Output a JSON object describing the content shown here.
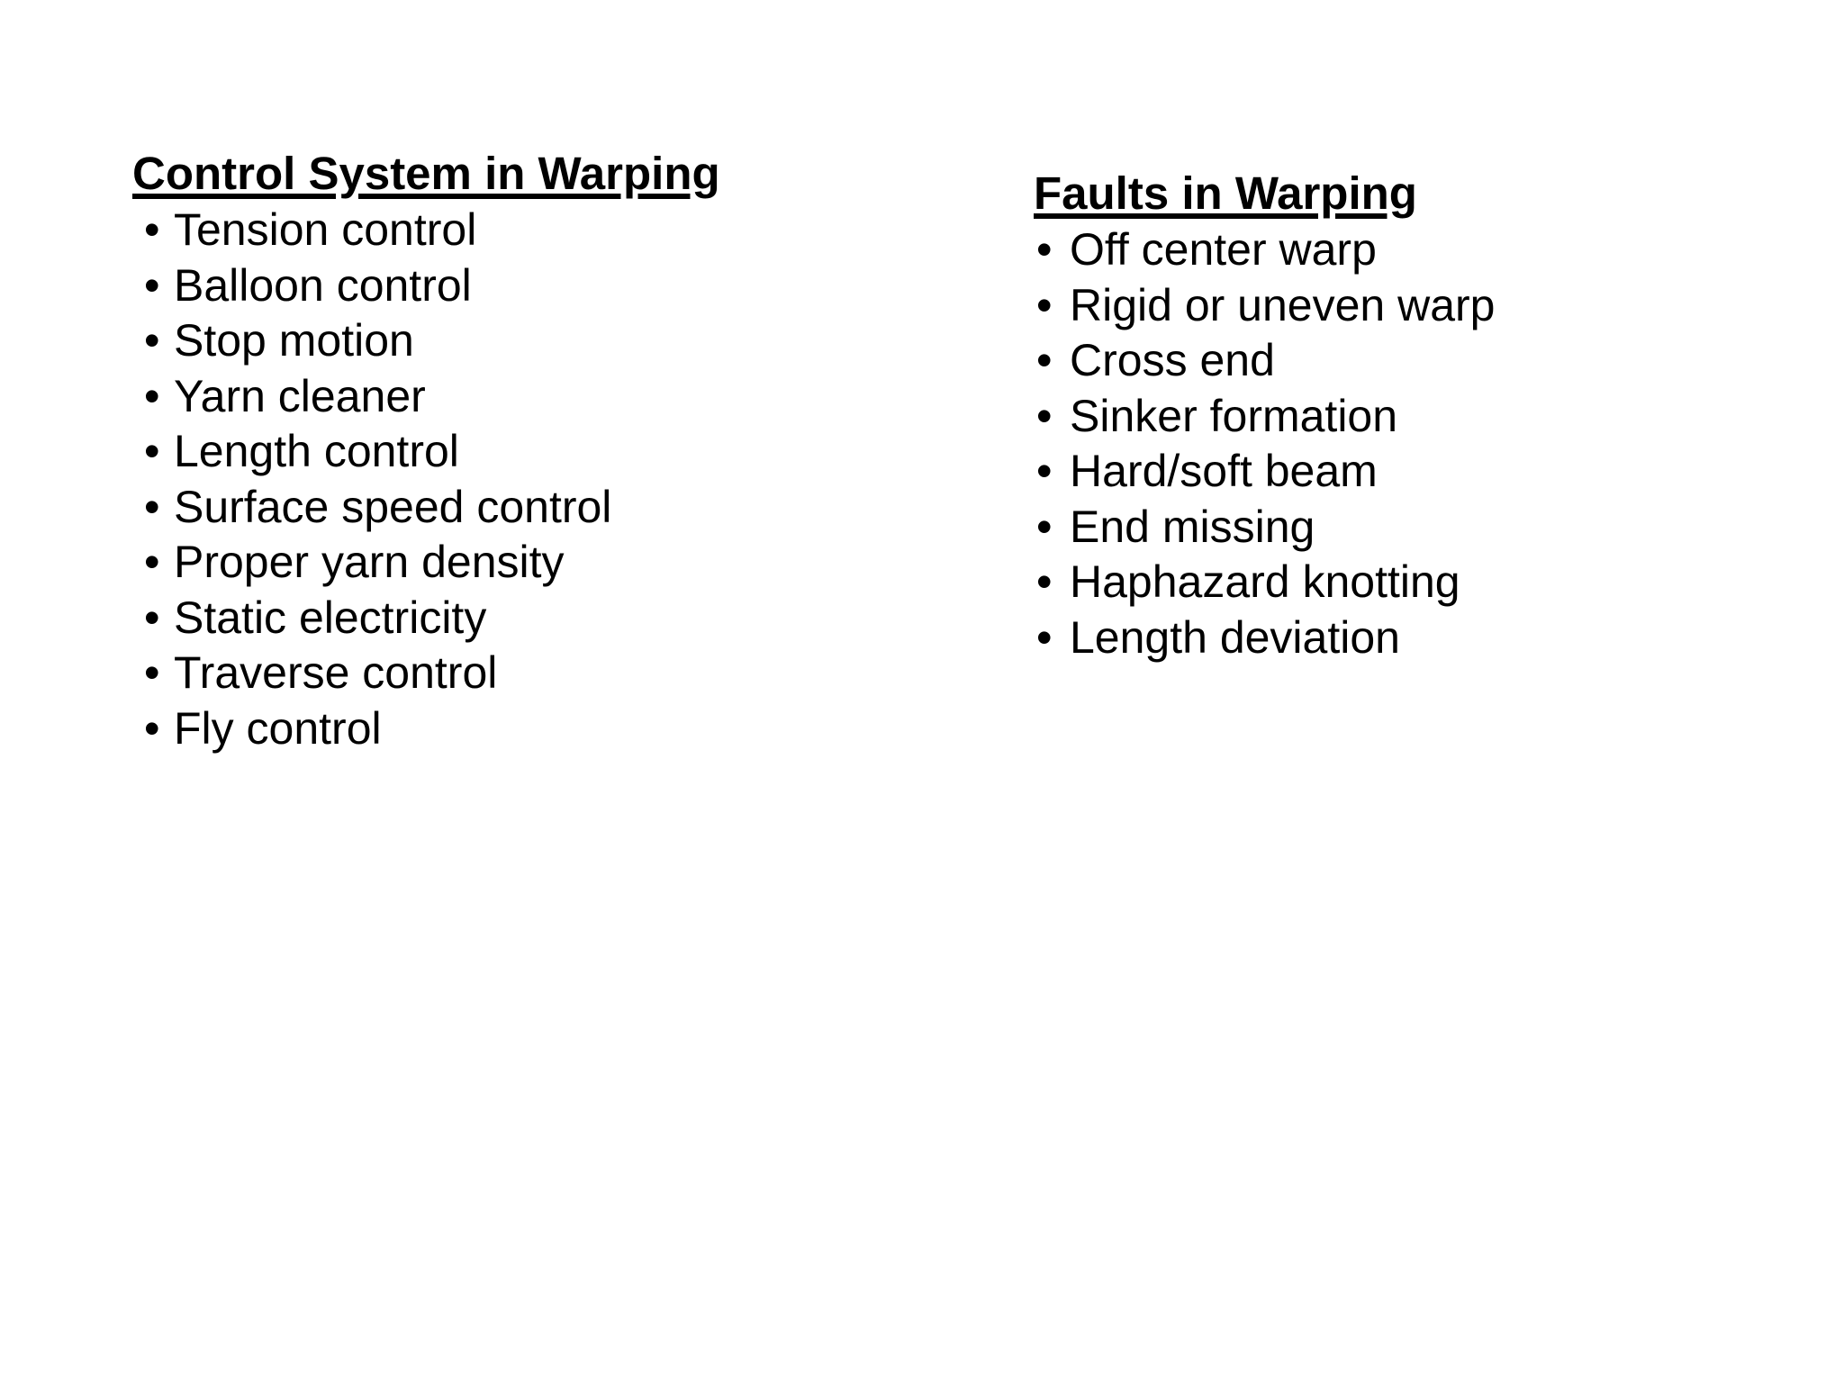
{
  "page": {
    "background_color": "#ffffff",
    "text_color": "#000000"
  },
  "bullet_char": "•",
  "left_column": {
    "heading": "Control System in Warping",
    "items": [
      "Tension control",
      "Balloon control",
      "Stop motion",
      "Yarn cleaner",
      "Length control",
      "Surface speed control",
      "Proper yarn density",
      "Static electricity",
      "Traverse control",
      "Fly control"
    ]
  },
  "right_column": {
    "heading": "Faults in Warping",
    "items": [
      "Off center warp",
      "Rigid or uneven warp",
      "Cross end",
      "Sinker formation",
      "Hard/soft beam",
      "End missing",
      "Haphazard knotting",
      "Length deviation"
    ]
  }
}
